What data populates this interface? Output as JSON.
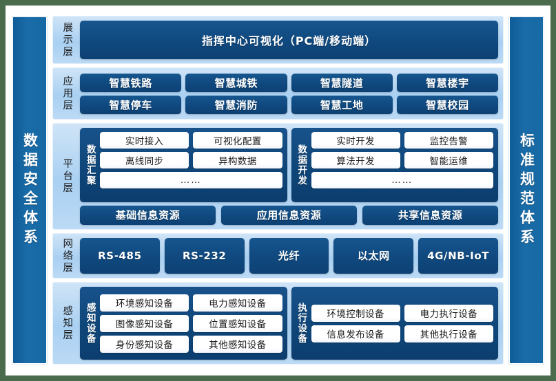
{
  "palette": {
    "page_background": "#4a6b4c",
    "frame_background": "#ffffff",
    "pillar_blue": "#1769a4",
    "band_light_blue": "#a9d0f2",
    "box_dark_blue": "#104a80",
    "white_box": "#ffffff",
    "text_light": "#ffffff",
    "text_dark": "#1a1a1a"
  },
  "left_pillar": {
    "label": "数据安全体系"
  },
  "right_pillar": {
    "label": "标准规范体系"
  },
  "layers": {
    "display": {
      "name": "展示层",
      "banner": "指挥中心可视化（PC端/移动端）"
    },
    "application": {
      "name": "应用层",
      "row1": [
        "智慧铁路",
        "智慧城铁",
        "智慧隧道",
        "智慧楼宇"
      ],
      "row2": [
        "智慧停车",
        "智慧消防",
        "智慧工地",
        "智慧校园"
      ]
    },
    "platform": {
      "name": "平台层",
      "groups": [
        {
          "label": "数据汇聚",
          "row1": [
            "实时接入",
            "可视化配置"
          ],
          "row2": [
            "离线同步",
            "异构数据"
          ],
          "row3": "……"
        },
        {
          "label": "数据开发",
          "row1": [
            "实时开发",
            "监控告警"
          ],
          "row2": [
            "算法开发",
            "智能运维"
          ],
          "row3": "……"
        }
      ],
      "resources": [
        "基础信息资源",
        "应用信息资源",
        "共享信息资源"
      ]
    },
    "network": {
      "name": "网络层",
      "items": [
        "RS-485",
        "RS-232",
        "光纤",
        "以太网",
        "4G/NB-IoT"
      ]
    },
    "perception": {
      "name": "感知层",
      "groups": [
        {
          "label": "感知设备",
          "row1": [
            "环境感知设备",
            "电力感知设备"
          ],
          "row2": [
            "图像感知设备",
            "位置感知设备"
          ],
          "row3": [
            "身份感知设备",
            "其他感知设备"
          ]
        },
        {
          "label": "执行设备",
          "row1": [
            "环境控制设备",
            "电力执行设备"
          ],
          "row2": [
            "信息发布设备",
            "其他执行设备"
          ]
        }
      ]
    }
  }
}
